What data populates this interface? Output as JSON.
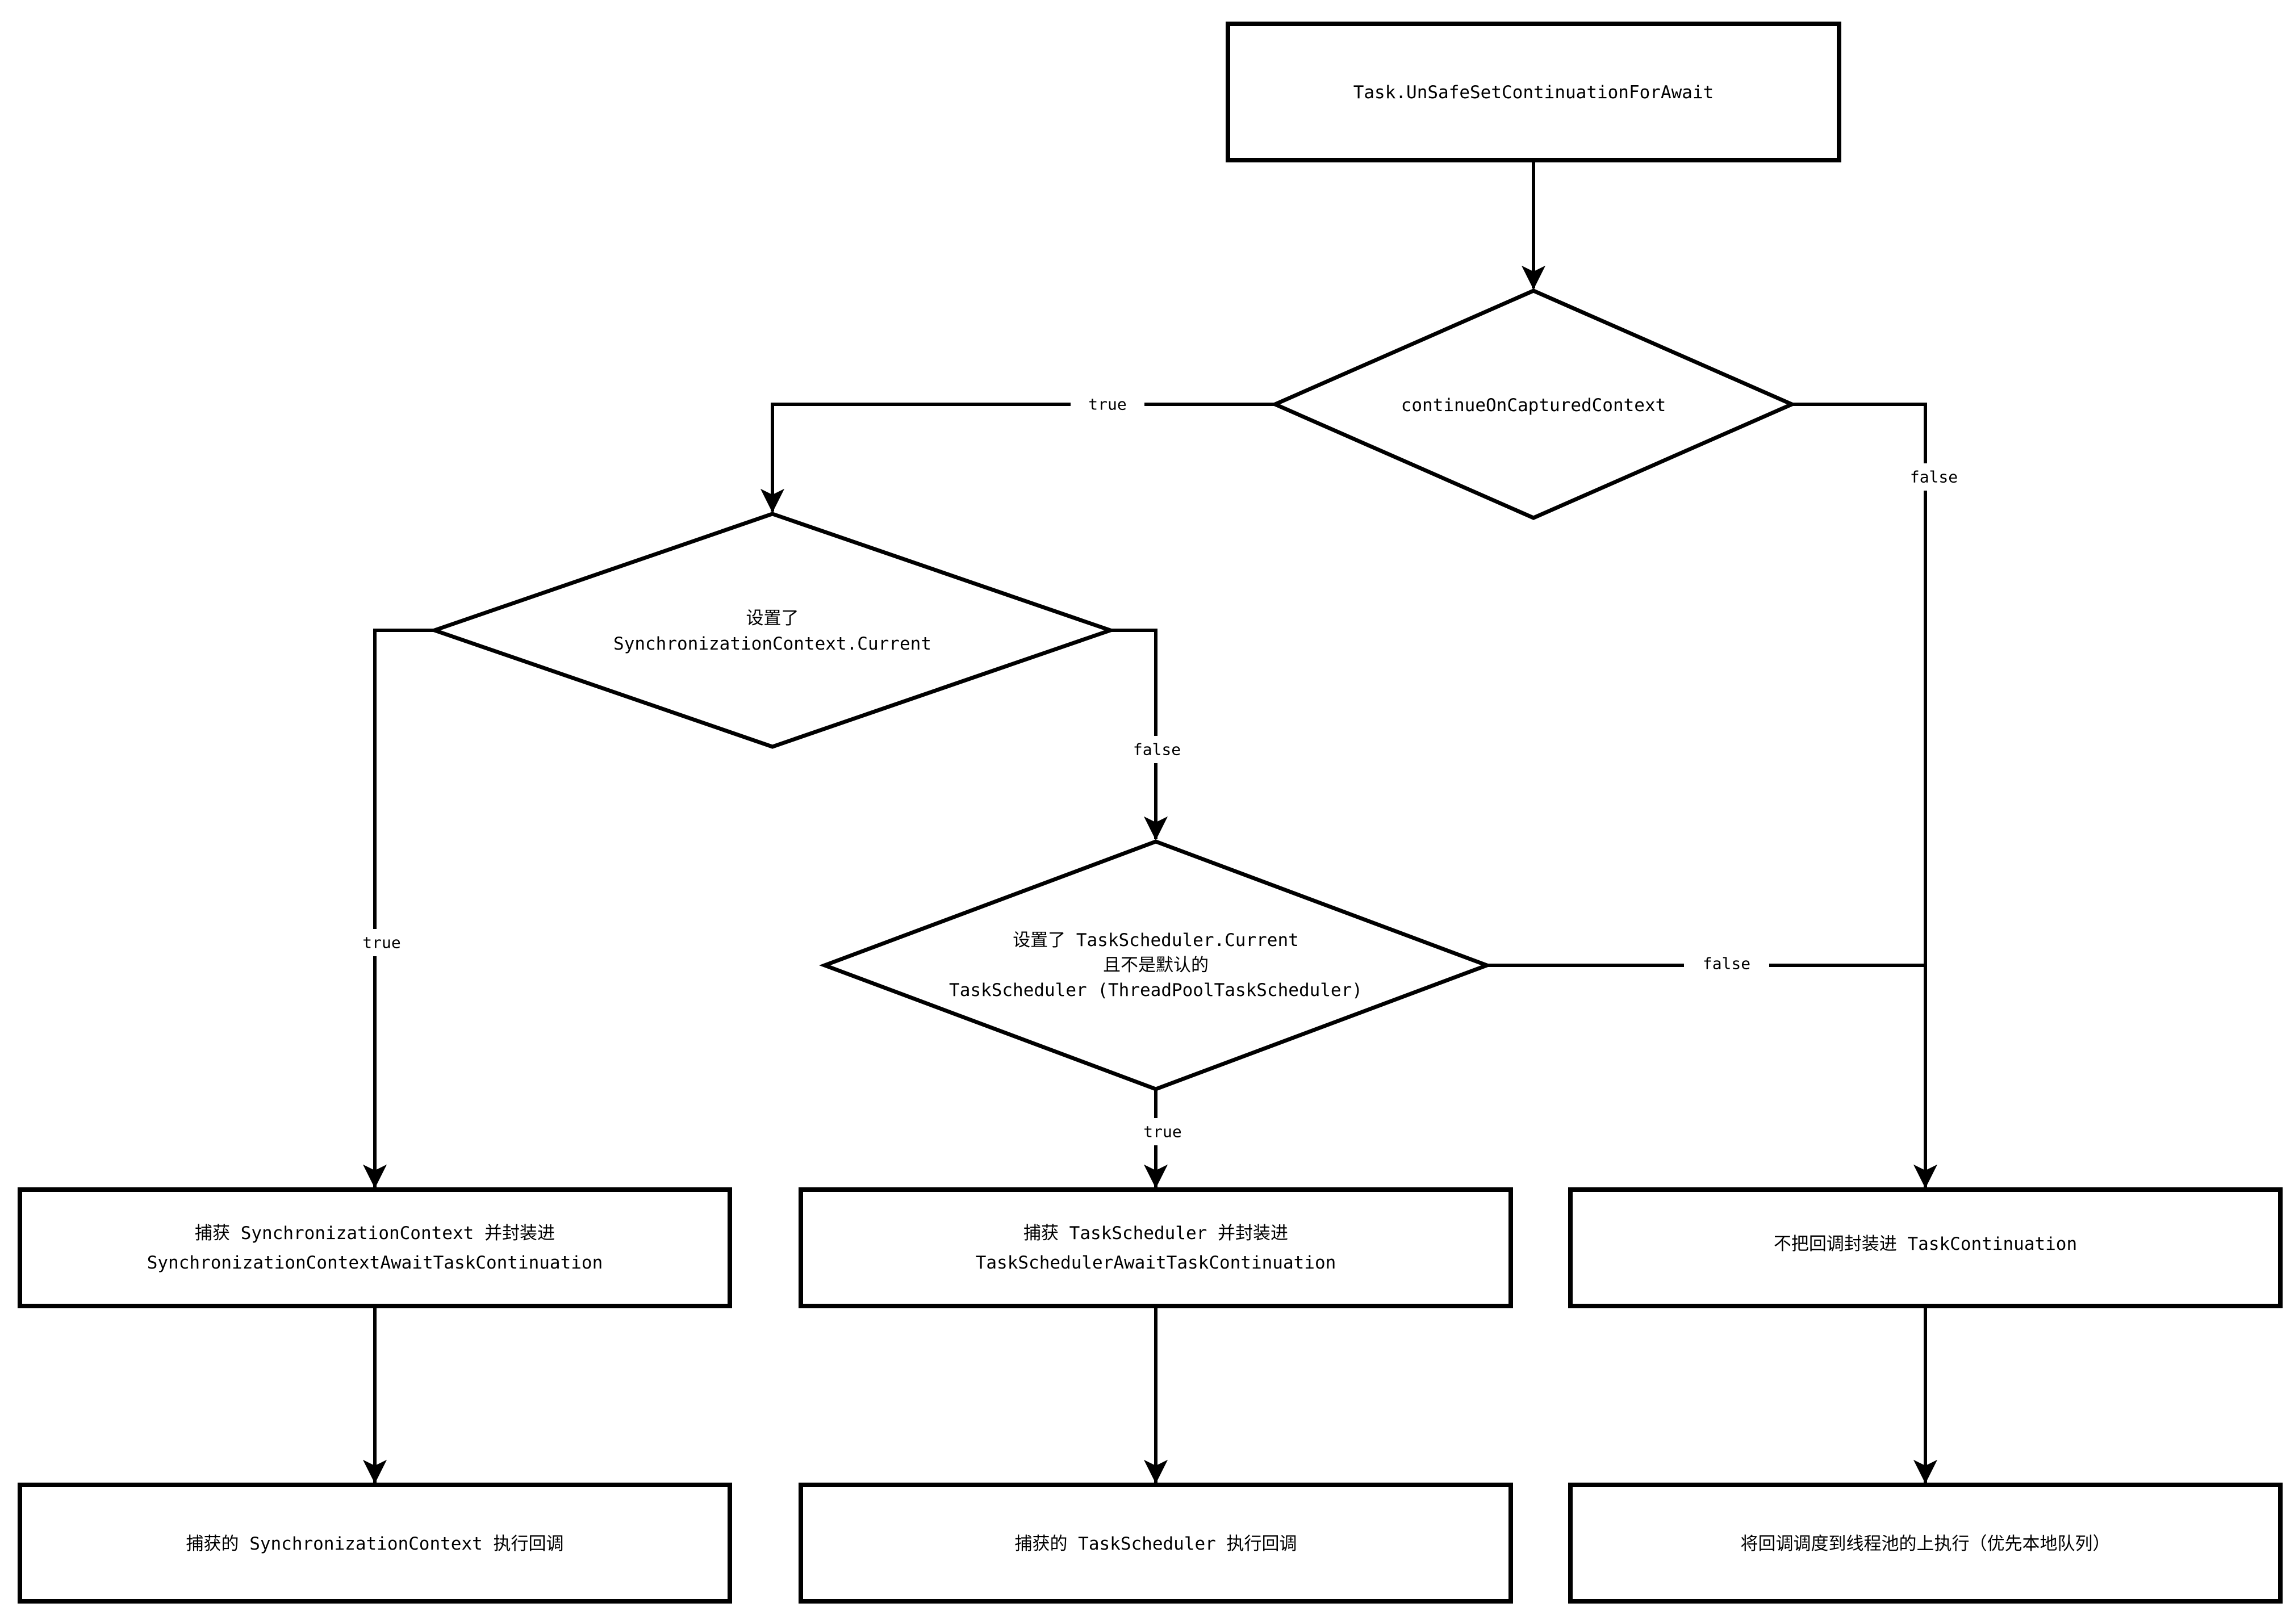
{
  "diagram": {
    "background_color": "#ffffff",
    "stroke_color": "#000000",
    "nodes": {
      "start": {
        "label": "Task.UnSafeSetContinuationForAwait"
      },
      "decision_captured": {
        "label": "continueOnCapturedContext"
      },
      "decision_sync": {
        "line1": "设置了",
        "line2": "SynchronizationContext.Current"
      },
      "decision_sched": {
        "line1": "设置了 TaskScheduler.Current",
        "line2": "且不是默认的",
        "line3": "TaskScheduler (ThreadPoolTaskScheduler)"
      },
      "box_capture_sync": {
        "line1": "捕获 SynchronizationContext 并封装进",
        "line2": "SynchronizationContextAwaitTaskContinuation"
      },
      "box_capture_sched": {
        "line1": "捕获 TaskScheduler 并封装进",
        "line2": "TaskSchedulerAwaitTaskContinuation"
      },
      "box_no_wrap": {
        "label": "不把回调封装进 TaskContinuation"
      },
      "box_run_sync": {
        "label": "捕获的 SynchronizationContext 执行回调"
      },
      "box_run_sched": {
        "label": "捕获的 TaskScheduler 执行回调"
      },
      "box_run_threadpool": {
        "label": "将回调调度到线程池的上执行（优先本地队列）"
      }
    },
    "edge_labels": {
      "captured_true": "true",
      "captured_false": "false",
      "sync_true": "true",
      "sync_false": "false",
      "sched_true": "true",
      "sched_false": "false"
    }
  }
}
